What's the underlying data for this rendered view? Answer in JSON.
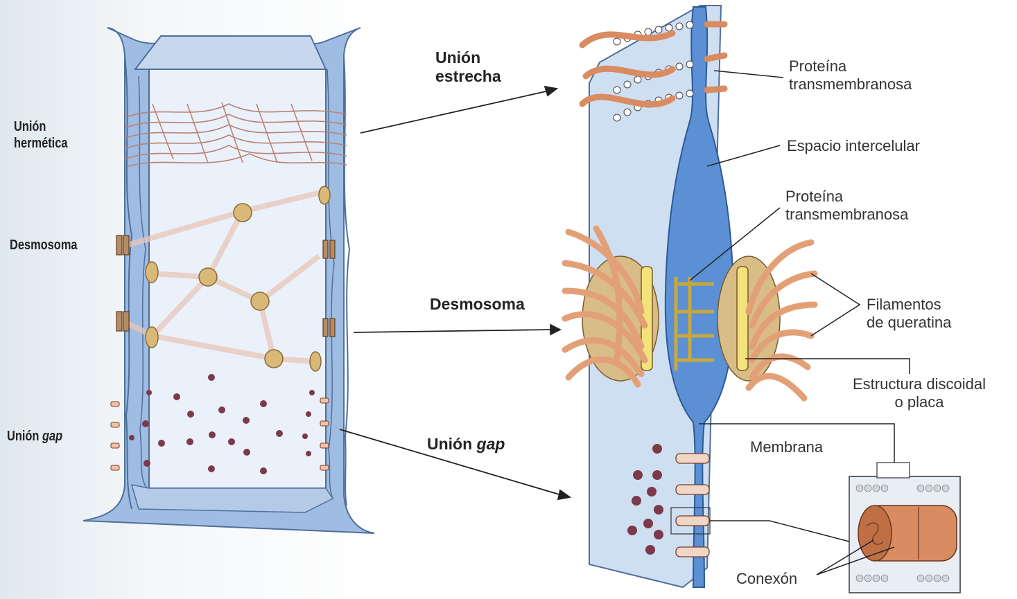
{
  "colors": {
    "membrane": "#8fb3dd",
    "membrane_edge": "#4f6f9a",
    "cytoplasm": "#e3ecf8",
    "filament": "#e3a077",
    "filament_edge": "#8a4f2c",
    "plaque": "#d8bd86",
    "protein_yellow": "#f4e27a",
    "dot": "#7a3a4a"
  },
  "left_labels": {
    "union_hermetica_1": "Unión",
    "union_hermetica_2": "hermética",
    "desmosoma": "Desmosoma",
    "union_gap_word": "Unión",
    "union_gap_italic": "gap"
  },
  "middle_labels": {
    "union_estrecha_1": "Unión",
    "union_estrecha_2": "estrecha",
    "desmosoma": "Desmosoma",
    "union_gap_word": "Unión",
    "union_gap_italic": "gap"
  },
  "right_labels": {
    "proteina_1a": "Proteína",
    "proteina_1b": "transmembranosa",
    "espacio": "Espacio intercelular",
    "proteina_2a": "Proteína",
    "proteina_2b": "transmembranosa",
    "filamentos_1": "Filamentos",
    "filamentos_2": "de queratina",
    "estructura_1": "Estructura discoidal",
    "estructura_2": "o placa",
    "membrana": "Membrana",
    "conexon": "Conexón"
  }
}
